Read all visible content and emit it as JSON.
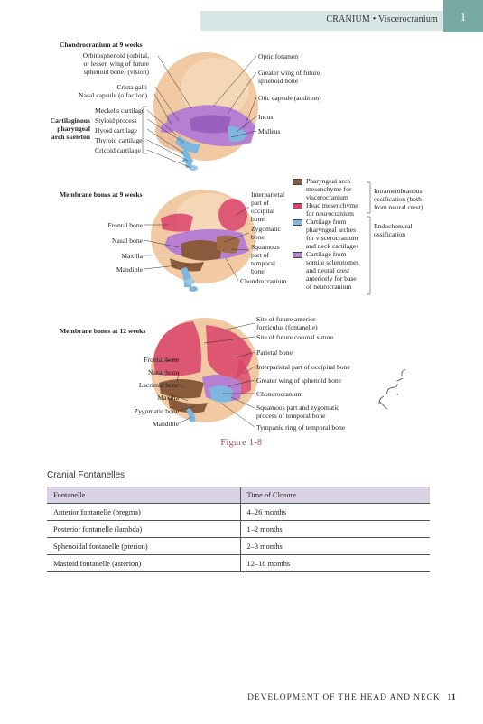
{
  "header": {
    "section": "CRANIUM",
    "separator": "•",
    "subsection": "Viscerocranium",
    "tab_number": "1"
  },
  "figure1": {
    "title": "Chondrocranium at 9 weeks",
    "left_labels": [
      "Orbitosphenoid (orbital,",
      "or lesser, wing of future",
      "sphenoid bone) (vision)",
      "Crista galli",
      "Nasal capsule (olfaction)"
    ],
    "arch_group_label": [
      "Cartilaginous",
      "pharyngeal",
      "arch skeleton"
    ],
    "arch_items": [
      "Meckel's cartilage",
      "Styloid process",
      "Hyoid cartilage",
      "Thyroid cartilage",
      "Cricoid cartilage"
    ],
    "right_labels": [
      "Optic foramen",
      "Greater wing of future",
      "sphenoid bone",
      "Otic capsule (audition)",
      "Incus",
      "Malleus"
    ]
  },
  "figure2": {
    "title": "Membrane bones at 9 weeks",
    "left_labels": [
      "Frontal bone",
      "Nasal bone",
      "Maxilla",
      "Mandible"
    ],
    "right_labels": [
      "Interparietal",
      "part of",
      "occipital",
      "bone",
      "Zygomatic",
      "bone",
      "Squamous",
      "part of",
      "temporal",
      "bone",
      "Chondrocranium"
    ]
  },
  "legend": {
    "items": [
      {
        "color": "#8a5a3c",
        "lines": [
          "Pharyngeal arch",
          "mesenchyme for",
          "viscerocranium"
        ]
      },
      {
        "color": "#d9436a",
        "lines": [
          "Head mesenchyme",
          "for neurocranium"
        ]
      },
      {
        "color": "#7fb6df",
        "lines": [
          "Cartilage from",
          "pharyngeal arches",
          "for viscerocranium",
          "and neck cartilages"
        ]
      },
      {
        "color": "#b67fd1",
        "lines": [
          "Cartilage from",
          "somite sclerotomes",
          "and neural crest",
          "anteriorly for base",
          "of neurocranium"
        ]
      }
    ],
    "group1": [
      "Intramembranous",
      "ossification (both",
      "from neural crest)"
    ],
    "group2": [
      "Endochondral",
      "ossification"
    ]
  },
  "figure3": {
    "title": "Membrane bones at 12 weeks",
    "left_labels": [
      "Frontal bone",
      "Nasal bone",
      "Lacrimal bone",
      "Maxilla",
      "Zygomatic bone",
      "Mandible"
    ],
    "right_labels": [
      "Site of future anterior",
      "fonticulus (fontanelle)",
      "Site of future coronal suture",
      "Parietal bone",
      "Interparietal part of occipital bone",
      "Greater wing of sphenoid bone",
      "Chondrocranium",
      "Squamous part and zygomatic",
      "process of temporal bone",
      "Tympanic ring of temporal bone"
    ],
    "signature": "F. Netter M.D."
  },
  "caption": "Figure 1-8",
  "table": {
    "title": "Cranial Fontanelles",
    "headers": [
      "Fontanelle",
      "Time of Closure"
    ],
    "rows": [
      [
        "Anterior fontanelle (bregma)",
        "4–26 months"
      ],
      [
        "Posterior fontanelle (lambda)",
        "1–2 months"
      ],
      [
        "Sphenoidal fontanelle (pterion)",
        "2–3 months"
      ],
      [
        "Mastoid fontanelle (asterion)",
        "12–18 months"
      ]
    ]
  },
  "footer": {
    "chapter": "DEVELOPMENT OF THE HEAD AND NECK",
    "page": "11"
  }
}
